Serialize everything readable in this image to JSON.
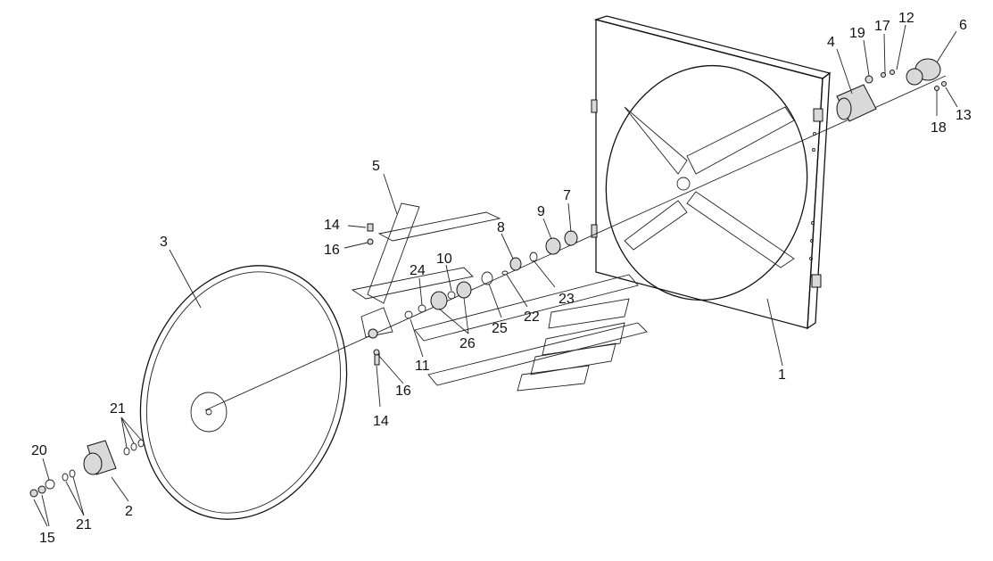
{
  "labels": {
    "l1": "1",
    "l2": "2",
    "l3": "3",
    "l4": "4",
    "l5": "5",
    "l6": "6",
    "l7": "7",
    "l8": "8",
    "l9": "9",
    "l10": "10",
    "l11": "11",
    "l12": "12",
    "l13": "13",
    "l14a": "14",
    "l14b": "14",
    "l15": "15",
    "l16a": "16",
    "l16b": "16",
    "l17": "17",
    "l18": "18",
    "l19": "19",
    "l20": "20",
    "l21a": "21",
    "l21b": "21",
    "l22": "22",
    "l23": "23",
    "l24": "24",
    "l25": "25",
    "l26": "26"
  }
}
